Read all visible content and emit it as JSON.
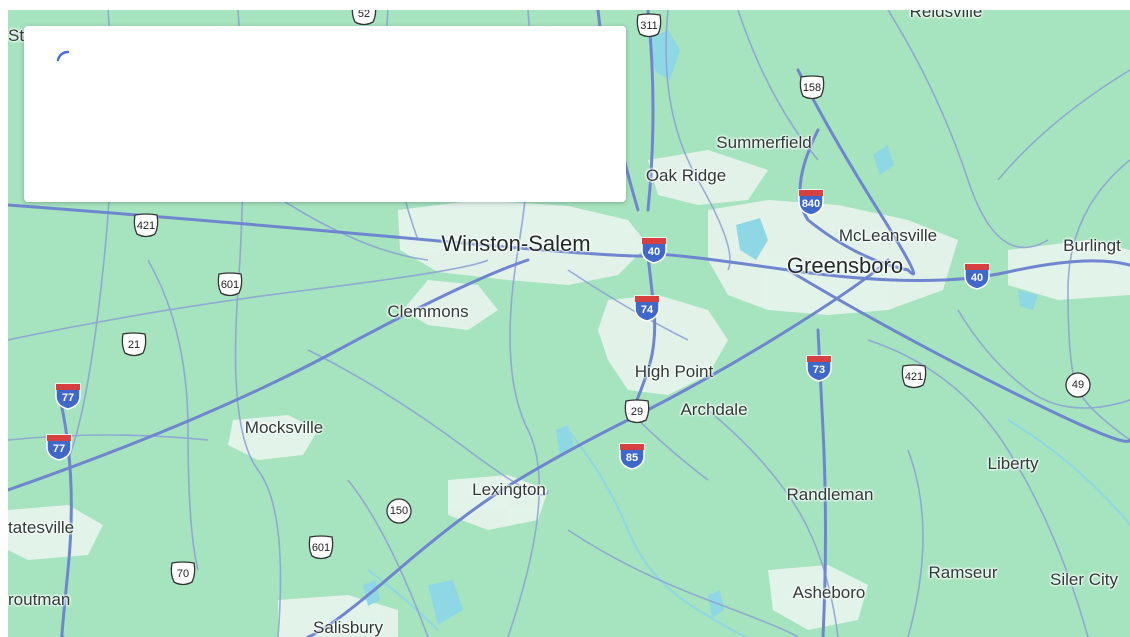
{
  "map": {
    "places": [
      {
        "id": "reidsville",
        "name": "Reidsville",
        "type": "town"
      },
      {
        "id": "summerfield",
        "name": "Summerfield",
        "type": "town"
      },
      {
        "id": "oak-ridge",
        "name": "Oak Ridge",
        "type": "town"
      },
      {
        "id": "winston-salem",
        "name": "Winston-Salem",
        "type": "city"
      },
      {
        "id": "mcleansville",
        "name": "McLeansville",
        "type": "town"
      },
      {
        "id": "burlington",
        "name": "Burlingt",
        "type": "town"
      },
      {
        "id": "greensboro",
        "name": "Greensboro",
        "type": "city"
      },
      {
        "id": "clemmons",
        "name": "Clemmons",
        "type": "town"
      },
      {
        "id": "high-point",
        "name": "High Point",
        "type": "town"
      },
      {
        "id": "archdale",
        "name": "Archdale",
        "type": "town"
      },
      {
        "id": "mocksville",
        "name": "Mocksville",
        "type": "town"
      },
      {
        "id": "liberty",
        "name": "Liberty",
        "type": "town"
      },
      {
        "id": "lexington",
        "name": "Lexington",
        "type": "town"
      },
      {
        "id": "randleman",
        "name": "Randleman",
        "type": "town"
      },
      {
        "id": "statesville",
        "name": "tatesville",
        "type": "town"
      },
      {
        "id": "ramseur",
        "name": "Ramseur",
        "type": "town"
      },
      {
        "id": "siler-city",
        "name": "Siler City",
        "type": "town"
      },
      {
        "id": "asheboro",
        "name": "Asheboro",
        "type": "town"
      },
      {
        "id": "troutman",
        "name": "routman",
        "type": "town"
      },
      {
        "id": "salisbury",
        "name": "Salisbury",
        "type": "town"
      },
      {
        "id": "st-edge",
        "name": "St",
        "type": "town"
      }
    ],
    "shields": [
      {
        "id": "us-52",
        "kind": "us",
        "label": "52"
      },
      {
        "id": "us-311",
        "kind": "us",
        "label": "311"
      },
      {
        "id": "us-158",
        "kind": "us",
        "label": "158"
      },
      {
        "id": "i-840",
        "kind": "interstate",
        "label": "840"
      },
      {
        "id": "us-421-nw",
        "kind": "us",
        "label": "421"
      },
      {
        "id": "i-40-ws",
        "kind": "interstate",
        "label": "40"
      },
      {
        "id": "i-40-gso",
        "kind": "interstate",
        "label": "40"
      },
      {
        "id": "us-601-n",
        "kind": "us",
        "label": "601"
      },
      {
        "id": "i-74",
        "kind": "interstate",
        "label": "74"
      },
      {
        "id": "us-21",
        "kind": "us",
        "label": "21"
      },
      {
        "id": "i-73",
        "kind": "interstate",
        "label": "73"
      },
      {
        "id": "us-421-se",
        "kind": "us",
        "label": "421"
      },
      {
        "id": "nc-49",
        "kind": "state",
        "label": "49"
      },
      {
        "id": "i-77-n",
        "kind": "interstate",
        "label": "77"
      },
      {
        "id": "us-29",
        "kind": "us",
        "label": "29"
      },
      {
        "id": "i-77-s",
        "kind": "interstate",
        "label": "77"
      },
      {
        "id": "i-85",
        "kind": "interstate",
        "label": "85"
      },
      {
        "id": "nc-150",
        "kind": "state",
        "label": "150"
      },
      {
        "id": "us-601-s",
        "kind": "us",
        "label": "601"
      },
      {
        "id": "us-70",
        "kind": "us",
        "label": "70"
      }
    ],
    "colors": {
      "land": "#a6e3bf",
      "urban": "#e9f4ee",
      "water": "#8ed7e4",
      "road": "#8d9fd4",
      "highway": "#6f86cf",
      "interstate_blue": "#3f68c8",
      "interstate_red": "#d64040",
      "spinner": "#3f6fd8"
    },
    "panel": {
      "state": "loading",
      "spinner_icon": "loading-spinner-icon"
    }
  }
}
